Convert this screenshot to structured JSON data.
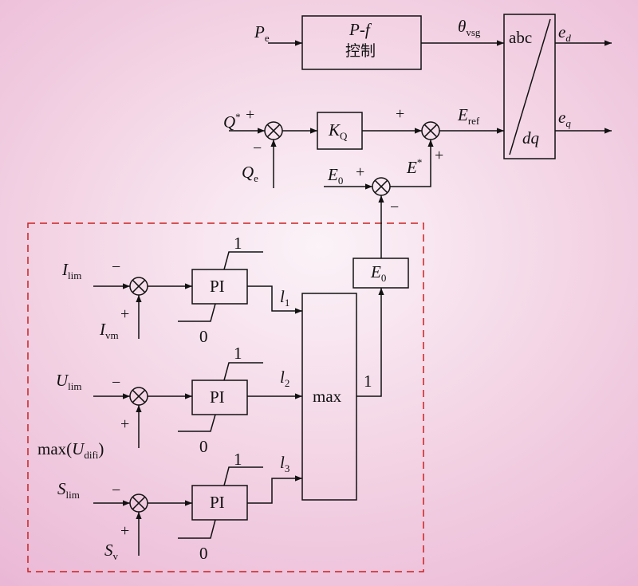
{
  "inputs": {
    "pe": {
      "main": "P",
      "sub": "e"
    },
    "q_star": {
      "main": "Q",
      "sup": "*"
    },
    "qe": {
      "main": "Q",
      "sub": "e"
    },
    "e0": {
      "main": "E",
      "sub": "0"
    },
    "ilim": {
      "main": "I",
      "sub": "lim"
    },
    "ivm": {
      "main": "I",
      "sub": "vm"
    },
    "ulim": {
      "main": "U",
      "sub": "lim"
    },
    "udifi": {
      "prefix": "max(",
      "main": "U",
      "sub": "difi",
      "suffix": ")"
    },
    "slim": {
      "main": "S",
      "sub": "lim"
    },
    "sv": {
      "main": "S",
      "sub": "v"
    }
  },
  "blocks": {
    "pf_line1": "P-f",
    "pf_line2": "控制",
    "kq": {
      "main": "K",
      "sub": "Q"
    },
    "abc": "abc",
    "dq": "dq",
    "pi1": "PI",
    "pi2": "PI",
    "pi3": "PI",
    "max": "max",
    "e0_block": {
      "main": "E",
      "sub": "0"
    }
  },
  "signals": {
    "theta": {
      "main": "θ",
      "sub": "vsg"
    },
    "eref": {
      "main": "E",
      "sub": "ref"
    },
    "ed": {
      "main": "e",
      "sub": "d"
    },
    "eq": {
      "main": "e",
      "sub": "q"
    },
    "estar": {
      "main": "E",
      "sup": "*"
    },
    "l1": {
      "main": "l",
      "sub": "1"
    },
    "l2": {
      "main": "l",
      "sub": "2"
    },
    "l3": {
      "main": "l",
      "sub": "3"
    },
    "max_out": "1"
  },
  "limits": {
    "pi1_upper": "1",
    "pi1_lower": "0",
    "pi2_upper": "1",
    "pi2_lower": "0",
    "pi3_upper": "1",
    "pi3_lower": "0"
  },
  "signs": {
    "q_star_plus": "+",
    "qe_minus": "−",
    "kq_plus": "+",
    "estar_plus": "+",
    "e0_plus": "+",
    "e0_minus": "−",
    "ilim_minus": "−",
    "ivm_plus": "+",
    "ulim_minus": "−",
    "udifi_plus": "+",
    "slim_minus": "−",
    "sv_plus": "+"
  },
  "colors": {
    "line": "#111111",
    "dashed_box": "#cc2020"
  }
}
